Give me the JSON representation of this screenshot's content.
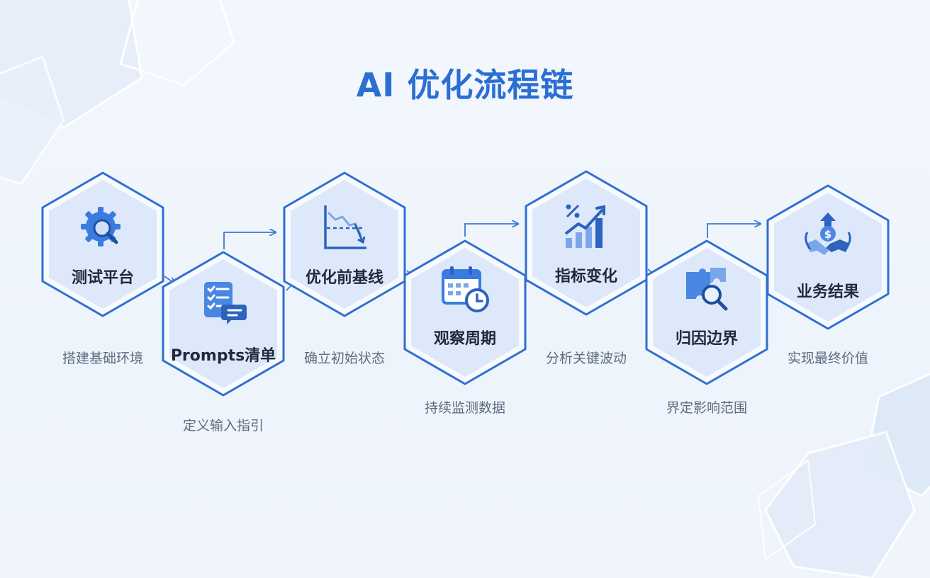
{
  "title": "AI 优化流程链",
  "accent_color": "#2b6fd3",
  "steps": [
    {
      "label": "测试平台",
      "desc": "搭建基础环境",
      "icon": "gear-magnifier-icon"
    },
    {
      "label": "Prompts清单",
      "desc": "定义输入指引",
      "icon": "checklist-chat-icon"
    },
    {
      "label": "优化前基线",
      "desc": "确立初始状态",
      "icon": "baseline-chart-icon"
    },
    {
      "label": "观察周期",
      "desc": "持续监测数据",
      "icon": "calendar-clock-icon"
    },
    {
      "label": "指标变化",
      "desc": "分析关键波动",
      "icon": "trend-up-icon"
    },
    {
      "label": "归因边界",
      "desc": "界定影响范围",
      "icon": "puzzle-magnifier-icon"
    },
    {
      "label": "业务结果",
      "desc": "实现最终价值",
      "icon": "handshake-dollar-icon"
    }
  ]
}
